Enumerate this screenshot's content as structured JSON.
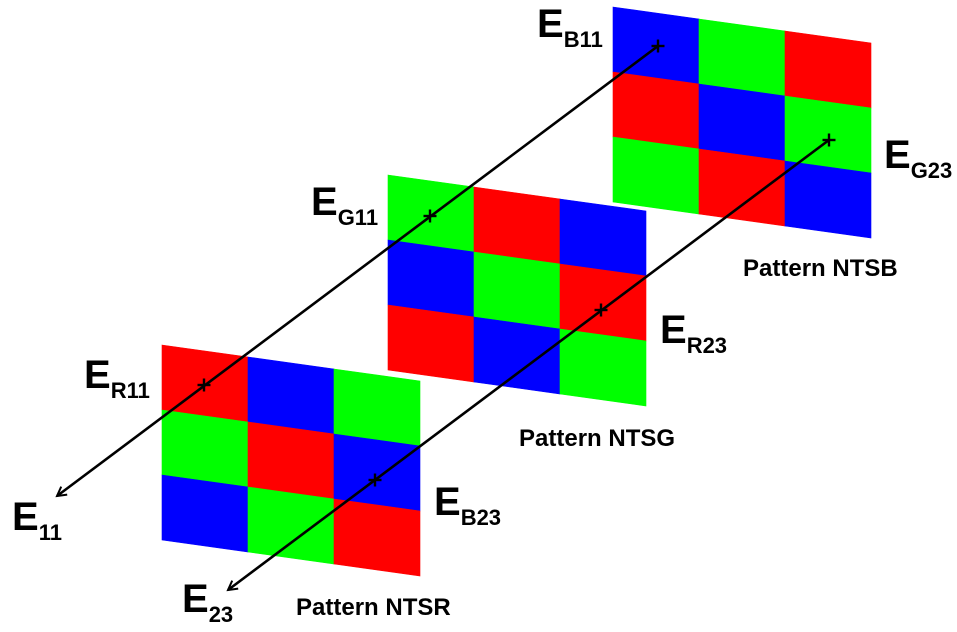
{
  "colors": {
    "red": "#ff0000",
    "green": "#00ff00",
    "blue": "#0000ff",
    "line": "#000000"
  },
  "patterns": [
    {
      "name": "Pattern NTSR",
      "grid": [
        [
          "red",
          "blue",
          "green"
        ],
        [
          "green",
          "red",
          "blue"
        ],
        [
          "blue",
          "green",
          "red"
        ]
      ]
    },
    {
      "name": "Pattern NTSG",
      "grid": [
        [
          "green",
          "red",
          "blue"
        ],
        [
          "blue",
          "green",
          "red"
        ],
        [
          "red",
          "blue",
          "green"
        ]
      ]
    },
    {
      "name": "Pattern NTSB",
      "grid": [
        [
          "blue",
          "green",
          "red"
        ],
        [
          "red",
          "blue",
          "green"
        ],
        [
          "green",
          "red",
          "blue"
        ]
      ]
    }
  ],
  "labels": {
    "e11": {
      "main": "E",
      "sub": "11"
    },
    "e23": {
      "main": "E",
      "sub": "23"
    },
    "er11": {
      "main": "E",
      "sub": "R11"
    },
    "eg11": {
      "main": "E",
      "sub": "G11"
    },
    "eb11": {
      "main": "E",
      "sub": "B11"
    },
    "er23": {
      "main": "E",
      "sub": "R23"
    },
    "eg23": {
      "main": "E",
      "sub": "G23"
    },
    "eb23": {
      "main": "E",
      "sub": "B23"
    }
  }
}
